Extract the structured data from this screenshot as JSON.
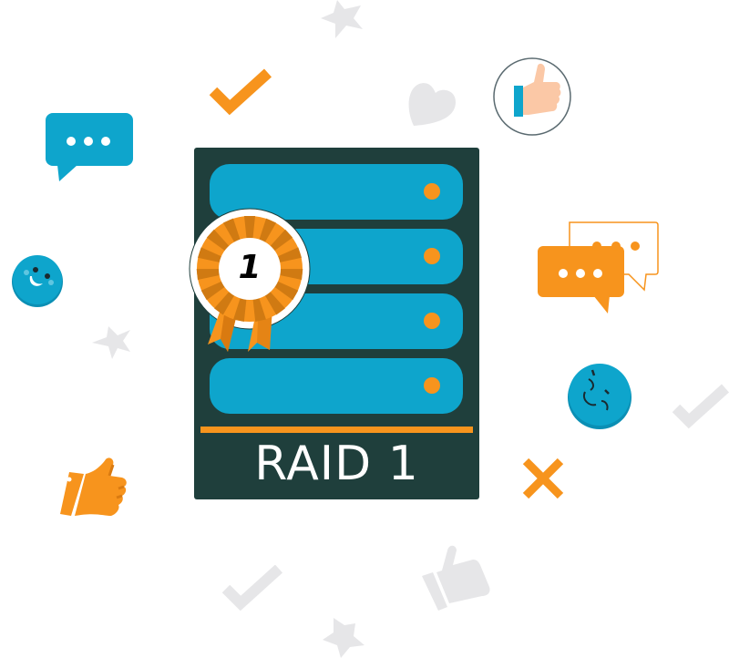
{
  "illustration": {
    "title": "RAID 1",
    "badge_number": "1",
    "drives": [
      {
        "id": "drive-1"
      },
      {
        "id": "drive-2"
      },
      {
        "id": "drive-3"
      },
      {
        "id": "drive-4"
      }
    ],
    "colors": {
      "server_body": "#1f3f3c",
      "drive": "#0ea5cc",
      "accent_orange": "#f7941d",
      "decor_grey": "#e6e6e8",
      "label_text": "#ffffff"
    },
    "decorations": [
      {
        "icon": "star-icon",
        "color": "grey"
      },
      {
        "icon": "check-icon",
        "color": "orange"
      },
      {
        "icon": "heart-icon",
        "color": "grey"
      },
      {
        "icon": "thumbs-up-circle-icon",
        "color": "skin"
      },
      {
        "icon": "chat-bubble-icon",
        "color": "blue"
      },
      {
        "icon": "smiley-face-icon",
        "color": "blue"
      },
      {
        "icon": "star-icon",
        "color": "grey"
      },
      {
        "icon": "chat-bubbles-icon",
        "color": "orange"
      },
      {
        "icon": "winking-face-icon",
        "color": "blue"
      },
      {
        "icon": "check-icon",
        "color": "grey"
      },
      {
        "icon": "close-x-icon",
        "color": "orange"
      },
      {
        "icon": "thumbs-up-icon",
        "color": "orange"
      },
      {
        "icon": "check-icon",
        "color": "grey"
      },
      {
        "icon": "thumbs-up-icon",
        "color": "grey"
      },
      {
        "icon": "star-icon",
        "color": "grey"
      }
    ]
  }
}
